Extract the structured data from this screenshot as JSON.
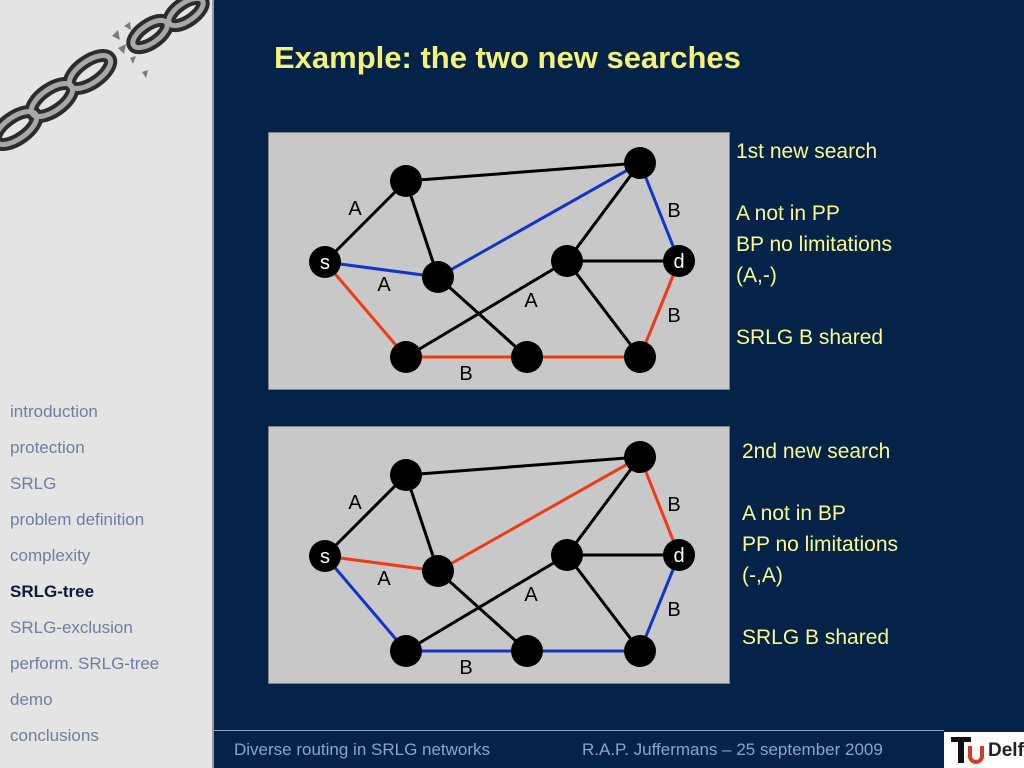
{
  "slide": {
    "title": "Example: the two new searches"
  },
  "nav": {
    "items": [
      {
        "id": "introduction",
        "label": "introduction",
        "active": false
      },
      {
        "id": "protection",
        "label": "protection",
        "active": false
      },
      {
        "id": "srlg",
        "label": "SRLG",
        "active": false
      },
      {
        "id": "problem-definition",
        "label": "problem definition",
        "active": false
      },
      {
        "id": "complexity",
        "label": "complexity",
        "active": false
      },
      {
        "id": "srlg-tree",
        "label": "SRLG-tree",
        "active": true
      },
      {
        "id": "srlg-exclusion",
        "label": "SRLG-exclusion",
        "active": false
      },
      {
        "id": "perform-srlg-tree",
        "label": "perform. SRLG-tree",
        "active": false
      },
      {
        "id": "demo",
        "label": "demo",
        "active": false
      },
      {
        "id": "conclusions",
        "label": "conclusions",
        "active": false
      }
    ]
  },
  "diagrams": [
    {
      "id": "search-1",
      "nodes": [
        {
          "id": "n1",
          "label": ""
        },
        {
          "id": "n2",
          "label": ""
        },
        {
          "id": "s",
          "label": "s"
        },
        {
          "id": "n4",
          "label": ""
        },
        {
          "id": "n5",
          "label": ""
        },
        {
          "id": "d",
          "label": "d"
        },
        {
          "id": "n7",
          "label": ""
        },
        {
          "id": "n8",
          "label": ""
        },
        {
          "id": "n9",
          "label": ""
        }
      ],
      "edges": [
        {
          "from": "n1",
          "to": "n2",
          "color": "black"
        },
        {
          "from": "n1",
          "to": "s",
          "color": "black"
        },
        {
          "from": "n1",
          "to": "n4",
          "color": "black"
        },
        {
          "from": "s",
          "to": "n4",
          "color": "blue"
        },
        {
          "from": "n4",
          "to": "n2",
          "color": "blue"
        },
        {
          "from": "n2",
          "to": "d",
          "color": "blue"
        },
        {
          "from": "n2",
          "to": "n5",
          "color": "black"
        },
        {
          "from": "n5",
          "to": "d",
          "color": "black"
        },
        {
          "from": "n5",
          "to": "n7",
          "color": "black"
        },
        {
          "from": "n5",
          "to": "n9",
          "color": "black"
        },
        {
          "from": "n4",
          "to": "n8",
          "color": "black"
        },
        {
          "from": "s",
          "to": "n7",
          "color": "red"
        },
        {
          "from": "n7",
          "to": "n8",
          "color": "red"
        },
        {
          "from": "n8",
          "to": "n9",
          "color": "red"
        },
        {
          "from": "n9",
          "to": "d",
          "color": "red"
        }
      ],
      "link_labels": [
        {
          "id": "lbl-a-top",
          "text": "A"
        },
        {
          "id": "lbl-b-top",
          "text": "B"
        },
        {
          "id": "lbl-a-mid",
          "text": "A"
        },
        {
          "id": "lbl-a-center",
          "text": "A"
        },
        {
          "id": "lbl-b-right",
          "text": "B"
        },
        {
          "id": "lbl-b-bottom",
          "text": "B"
        }
      ]
    },
    {
      "id": "search-2",
      "nodes": [
        {
          "id": "n1",
          "label": ""
        },
        {
          "id": "n2",
          "label": ""
        },
        {
          "id": "s",
          "label": "s"
        },
        {
          "id": "n4",
          "label": ""
        },
        {
          "id": "n5",
          "label": ""
        },
        {
          "id": "d",
          "label": "d"
        },
        {
          "id": "n7",
          "label": ""
        },
        {
          "id": "n8",
          "label": ""
        },
        {
          "id": "n9",
          "label": ""
        }
      ],
      "edges": [
        {
          "from": "n1",
          "to": "n2",
          "color": "black"
        },
        {
          "from": "n1",
          "to": "s",
          "color": "black"
        },
        {
          "from": "n1",
          "to": "n4",
          "color": "black"
        },
        {
          "from": "s",
          "to": "n4",
          "color": "red"
        },
        {
          "from": "n4",
          "to": "n2",
          "color": "red"
        },
        {
          "from": "n2",
          "to": "d",
          "color": "red"
        },
        {
          "from": "n2",
          "to": "n5",
          "color": "black"
        },
        {
          "from": "n5",
          "to": "d",
          "color": "black"
        },
        {
          "from": "n5",
          "to": "n7",
          "color": "black"
        },
        {
          "from": "n5",
          "to": "n9",
          "color": "black"
        },
        {
          "from": "n4",
          "to": "n8",
          "color": "black"
        },
        {
          "from": "s",
          "to": "n7",
          "color": "blue"
        },
        {
          "from": "n7",
          "to": "n8",
          "color": "blue"
        },
        {
          "from": "n8",
          "to": "n9",
          "color": "blue"
        },
        {
          "from": "n9",
          "to": "d",
          "color": "blue"
        }
      ],
      "link_labels": [
        {
          "id": "lbl-a-top",
          "text": "A"
        },
        {
          "id": "lbl-b-top",
          "text": "B"
        },
        {
          "id": "lbl-a-mid",
          "text": "A"
        },
        {
          "id": "lbl-a-center",
          "text": "A"
        },
        {
          "id": "lbl-b-right",
          "text": "B"
        },
        {
          "id": "lbl-b-bottom",
          "text": "B"
        }
      ]
    }
  ],
  "notes": [
    {
      "lines": [
        "1st new search",
        "",
        "A not in PP",
        "BP no limitations",
        "(A,-)",
        "",
        "SRLG B shared"
      ]
    },
    {
      "lines": [
        "2nd new search",
        "",
        "A not in BP",
        "PP no limitations",
        "(-,A)",
        "",
        "SRLG B shared"
      ]
    }
  ],
  "footer": {
    "left": "Diverse routing in SRLG networks",
    "right": "R.A.P. Juffermans – 25 september 2009",
    "logo_text": "Delft",
    "logo_mark": "TU"
  },
  "colors": {
    "background": "#052249",
    "title": "#f4f27a",
    "note_text": "#fbfb8c",
    "edge_black": "#000000",
    "edge_blue": "#1036c8",
    "edge_red": "#f03a14",
    "panel": "#c8c8c8"
  },
  "icons": {
    "sidebar_art": "broken-chain-icon",
    "logo": "tu-delft-logo-icon"
  }
}
